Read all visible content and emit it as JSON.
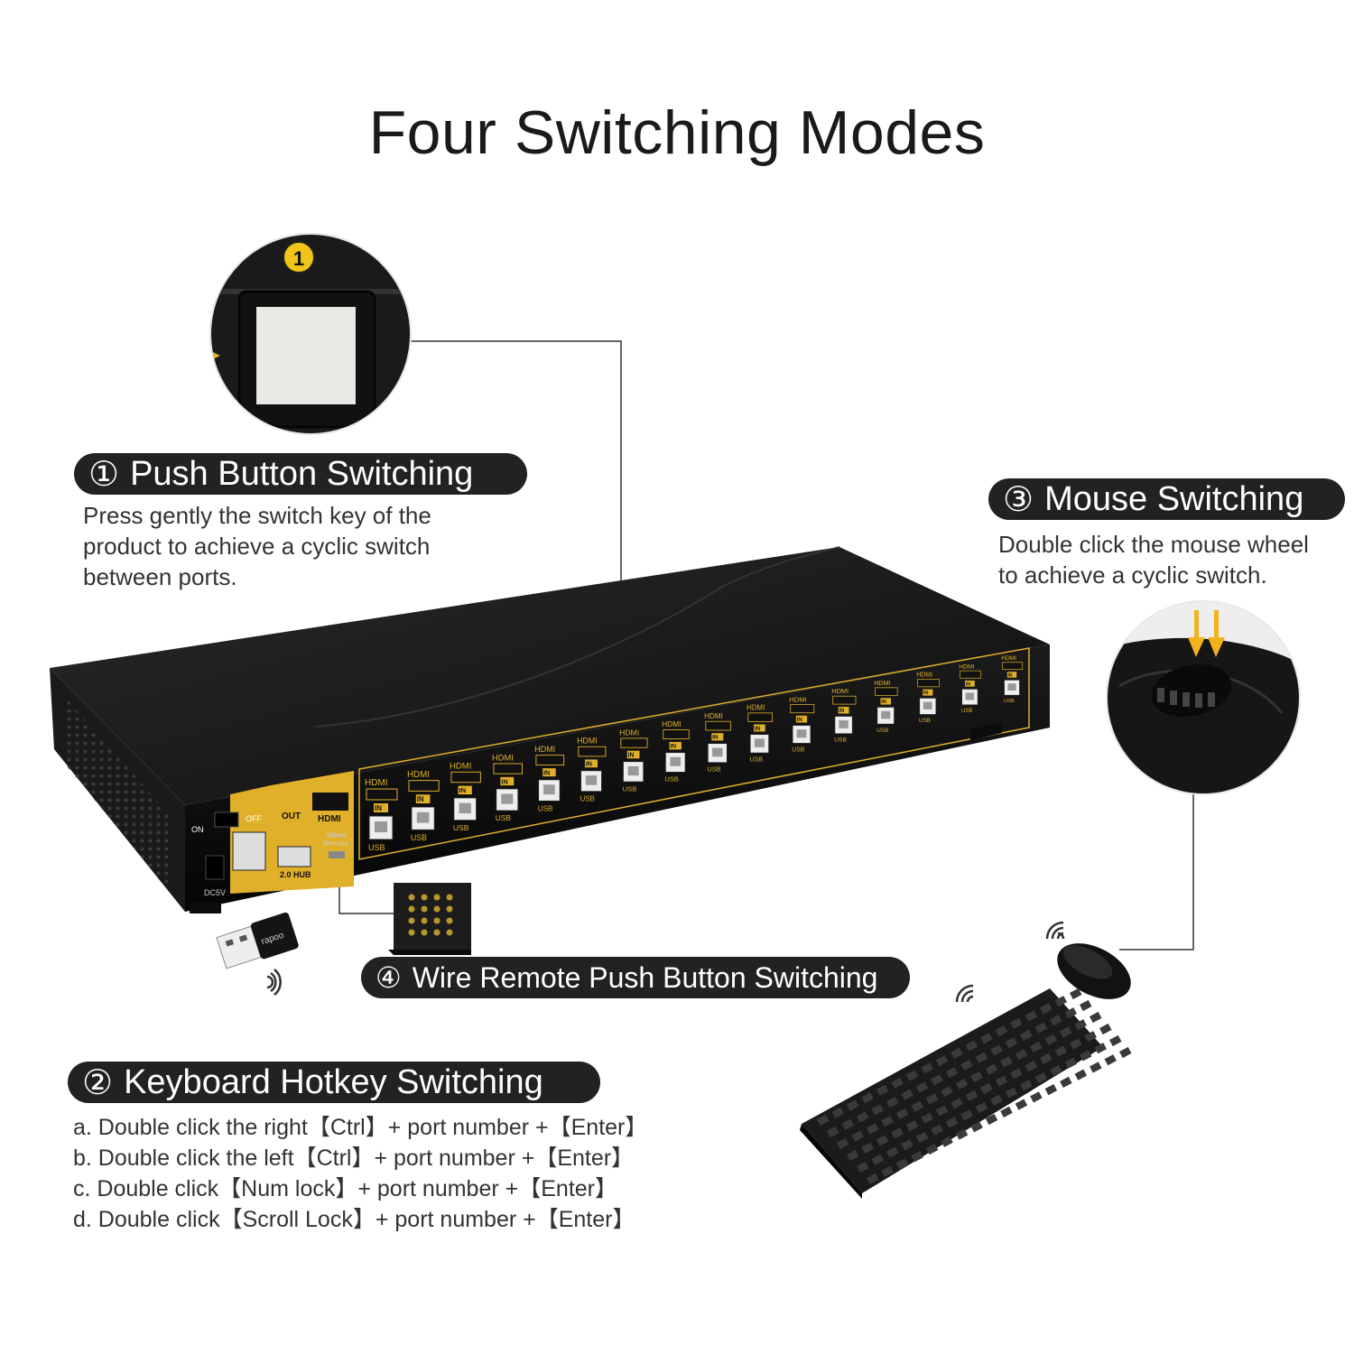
{
  "title": "Four Switching Modes",
  "zoom_badge": "1",
  "modes": [
    {
      "num": "①",
      "label": "Push Button Switching",
      "desc": [
        "Press gently the switch key of the",
        "product to achieve a cyclic switch",
        "between ports."
      ]
    },
    {
      "num": "②",
      "label": "Keyboard Hotkey Switching",
      "steps": [
        "a. Double click the right【Ctrl】+ port number +【Enter】",
        "b. Double click the left【Ctrl】+ port number +【Enter】",
        "c. Double click【Num lock】+ port number +【Enter】",
        "d. Double click【Scroll Lock】+ port number +【Enter】"
      ]
    },
    {
      "num": "③",
      "label": "Mouse Switching",
      "desc": [
        "Double click the mouse wheel",
        "to achieve a cyclic switch."
      ]
    },
    {
      "num": "④",
      "label": "Wire Remote Push Button Switching"
    }
  ],
  "device_labels": {
    "on": "ON",
    "off": "OFF",
    "out": "OUT",
    "hdmi": "HDMI",
    "wired_remote_1": "Wired",
    "wired_remote_2": "Remote",
    "hub": "2.0 HUB",
    "dc": "DC5V",
    "hdmi_port": "HDMI",
    "in": "IN",
    "usb": "USB"
  },
  "dongle_brand": "rapoo",
  "colors": {
    "pill_bg": "#222222",
    "device_body": "#151515",
    "accent_gold": "#e0b02a",
    "badge_yellow": "#f0c419"
  }
}
